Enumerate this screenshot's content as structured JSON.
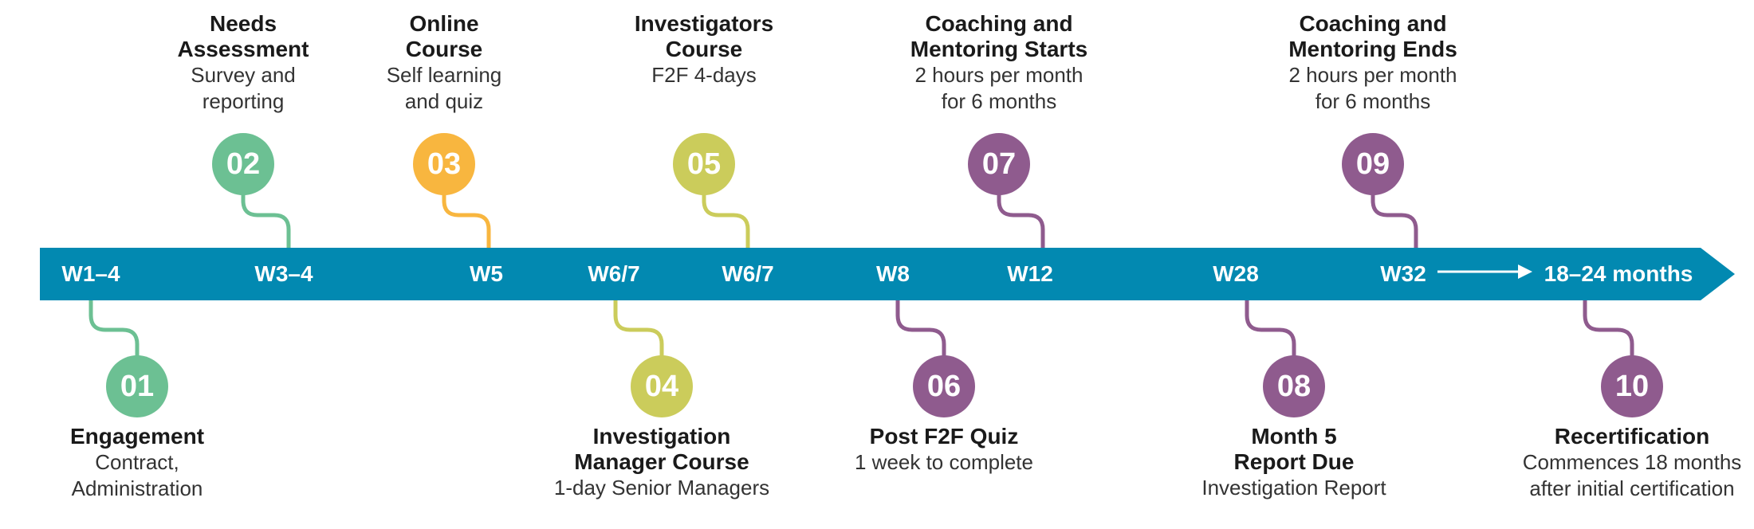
{
  "colors": {
    "bar": "#0289b1",
    "green": "#6cc093",
    "orange": "#f8b63f",
    "yellow_green": "#cbcc5b",
    "purple": "#8f5b8e"
  },
  "bar_labels": [
    "W1–4",
    "W3–4",
    "W5",
    "W6/7",
    "W6/7",
    "W8",
    "W12",
    "W28",
    "W32",
    "18–24 months"
  ],
  "milestones": [
    {
      "number": "01",
      "title": "Engagement",
      "subtitle": "Contract,\nAdministration",
      "color": "green",
      "position": "bottom"
    },
    {
      "number": "02",
      "title": "Needs\nAssessment",
      "subtitle": "Survey and\nreporting",
      "color": "green",
      "position": "top"
    },
    {
      "number": "03",
      "title": "Online\nCourse",
      "subtitle": "Self learning\nand quiz",
      "color": "orange",
      "position": "top"
    },
    {
      "number": "04",
      "title": "Investigation\nManager Course",
      "subtitle": "1-day Senior Managers",
      "color": "yellow_green",
      "position": "bottom"
    },
    {
      "number": "05",
      "title": "Investigators\nCourse",
      "subtitle": "F2F 4-days",
      "color": "yellow_green",
      "position": "top"
    },
    {
      "number": "06",
      "title": "Post F2F Quiz",
      "subtitle": "1 week to complete",
      "color": "purple",
      "position": "bottom"
    },
    {
      "number": "07",
      "title": "Coaching and\nMentoring Starts",
      "subtitle": "2 hours per month\nfor 6 months",
      "color": "purple",
      "position": "top"
    },
    {
      "number": "08",
      "title": "Month 5\nReport Due",
      "subtitle": "Investigation Report",
      "color": "purple",
      "position": "bottom"
    },
    {
      "number": "09",
      "title": "Coaching and\nMentoring Ends",
      "subtitle": "2 hours per month\nfor 6 months",
      "color": "purple",
      "position": "top"
    },
    {
      "number": "10",
      "title": "Recertification",
      "subtitle": "Commences 18 months\nafter initial certification",
      "color": "purple",
      "position": "bottom"
    }
  ]
}
